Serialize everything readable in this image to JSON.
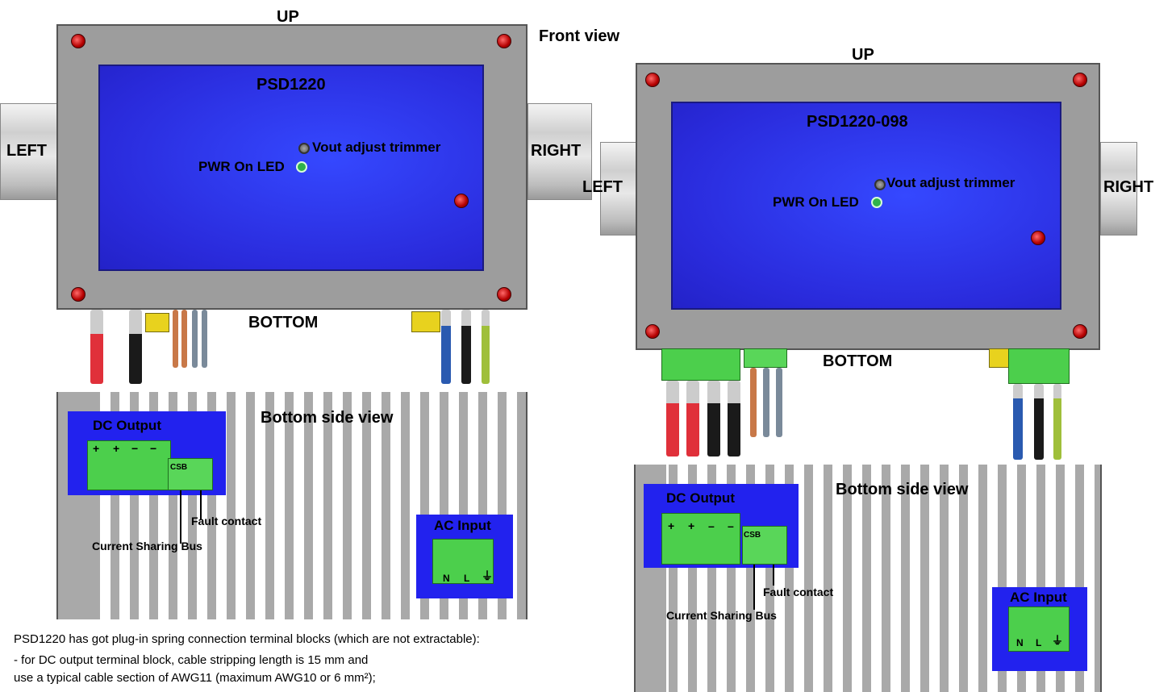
{
  "left": {
    "up": "UP",
    "front_view": "Front view",
    "left": "LEFT",
    "right": "RIGHT",
    "bottom": "BOTTOM",
    "model": "PSD1220",
    "trimmer": "Vout adjust trimmer",
    "led": "PWR On LED",
    "bottom_view": "Bottom side view",
    "dc_output": "DC Output",
    "ac_input": "AC Input",
    "fault_contact": "Fault contact",
    "current_sharing": "Current Sharing Bus",
    "csb": "CSB",
    "n": "N",
    "l": "L",
    "plus": "+",
    "minus": "−"
  },
  "right": {
    "up": "UP",
    "left": "LEFT",
    "right": "RIGHT",
    "bottom": "BOTTOM",
    "model": "PSD1220-098",
    "trimmer": "Vout adjust trimmer",
    "led": "PWR On LED",
    "bottom_view": "Bottom side view",
    "dc_output": "DC Output",
    "ac_input": "AC Input",
    "fault_contact": "Fault contact",
    "current_sharing": "Current Sharing Bus",
    "csb": "CSB",
    "n": "N",
    "l": "L",
    "plus": "+",
    "minus": "–"
  },
  "notes": {
    "line1": "PSD1220 has got plug-in spring connection terminal blocks (which are not extractable):",
    "line2": " - for DC output terminal block, cable stripping length is 15 mm and",
    "line3": "   use a typical cable section of AWG11 (maximum AWG10 or 6 mm²);"
  },
  "colors": {
    "panel_blue": "#2a2bdc",
    "terminal_green": "#4ccf4c",
    "screw_red": "#c00000",
    "wire_red": "#e0303a",
    "wire_black": "#1a1a1a",
    "wire_brown": "#c87848",
    "wire_grey": "#7a8a9a",
    "wire_blue": "#2a5ab0",
    "wire_yellow_green": "#9fbf3a"
  }
}
